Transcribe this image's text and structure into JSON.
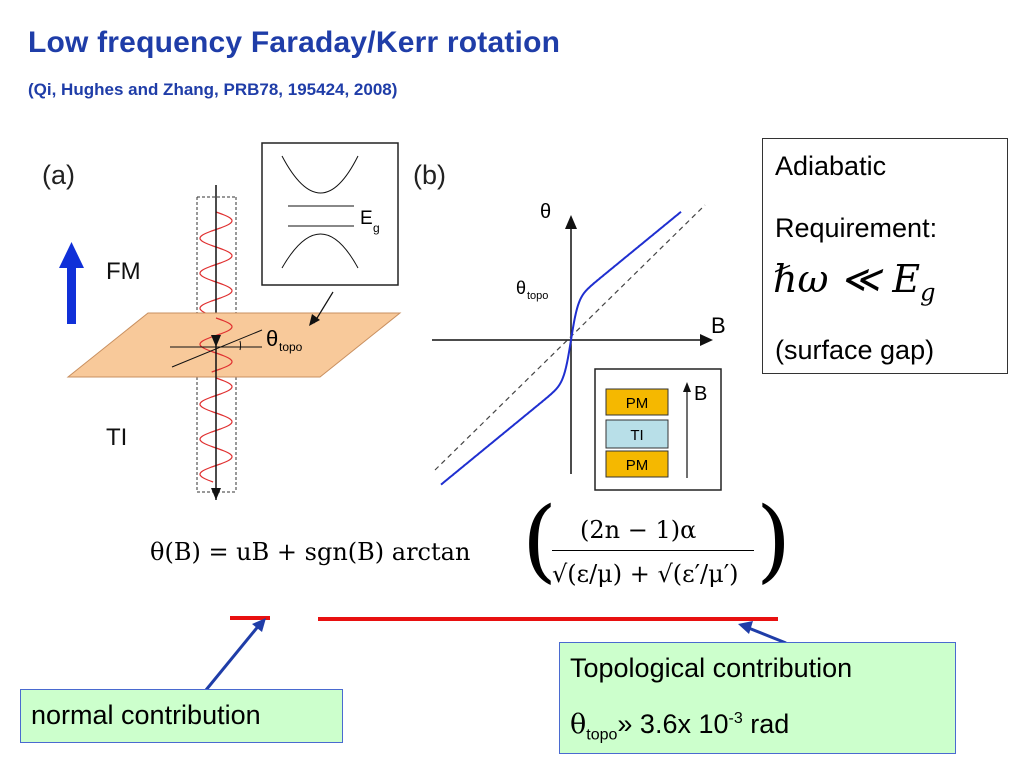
{
  "slide": {
    "title": "Low frequency Faraday/Kerr rotation",
    "citation": "(Qi, Hughes and Zhang, PRB78, 195424, 2008)"
  },
  "panel_a": {
    "label": "(a)",
    "fm_label": "FM",
    "ti_label": "TI",
    "theta_symbol": "θ",
    "theta_sub": "topo",
    "gap_symbol": "E",
    "gap_sub": "g"
  },
  "panel_b": {
    "label": "(b)",
    "y_axis": "θ",
    "x_axis": "B",
    "theta_symbol": "θ",
    "theta_sub": "topo",
    "stack": [
      "PM",
      "TI",
      "PM"
    ],
    "stack_field": "B"
  },
  "adiabatic_box": {
    "line1": "Adiabatic",
    "line2": "Requirement:",
    "equation": "ℏω ≪ E",
    "equation_sub": "g",
    "line3": "(surface gap)"
  },
  "formula": {
    "lhs": "θ(B) = uB + sgn(B) arctan",
    "numerator": "(2n − 1)α",
    "denominator": "√(ε/μ) + √(ε′/μ′)"
  },
  "annotations": {
    "normal": "normal contribution",
    "topological": "Topological contribution",
    "topo_theta": "θ",
    "topo_sub": "topo",
    "topo_approx": "» 3.6x 10",
    "topo_exp": "-3",
    "topo_unit": " rad"
  },
  "colors": {
    "title_blue": "#1f3da8",
    "curve_blue": "#1f2fd0",
    "plate_orange": "#f8c99a",
    "wave_red": "#e03030",
    "pm_yellow": "#f5b800",
    "ti_cyan": "#b8dfe8",
    "green_box": "#ccffcc",
    "underline_red": "#e81010"
  }
}
